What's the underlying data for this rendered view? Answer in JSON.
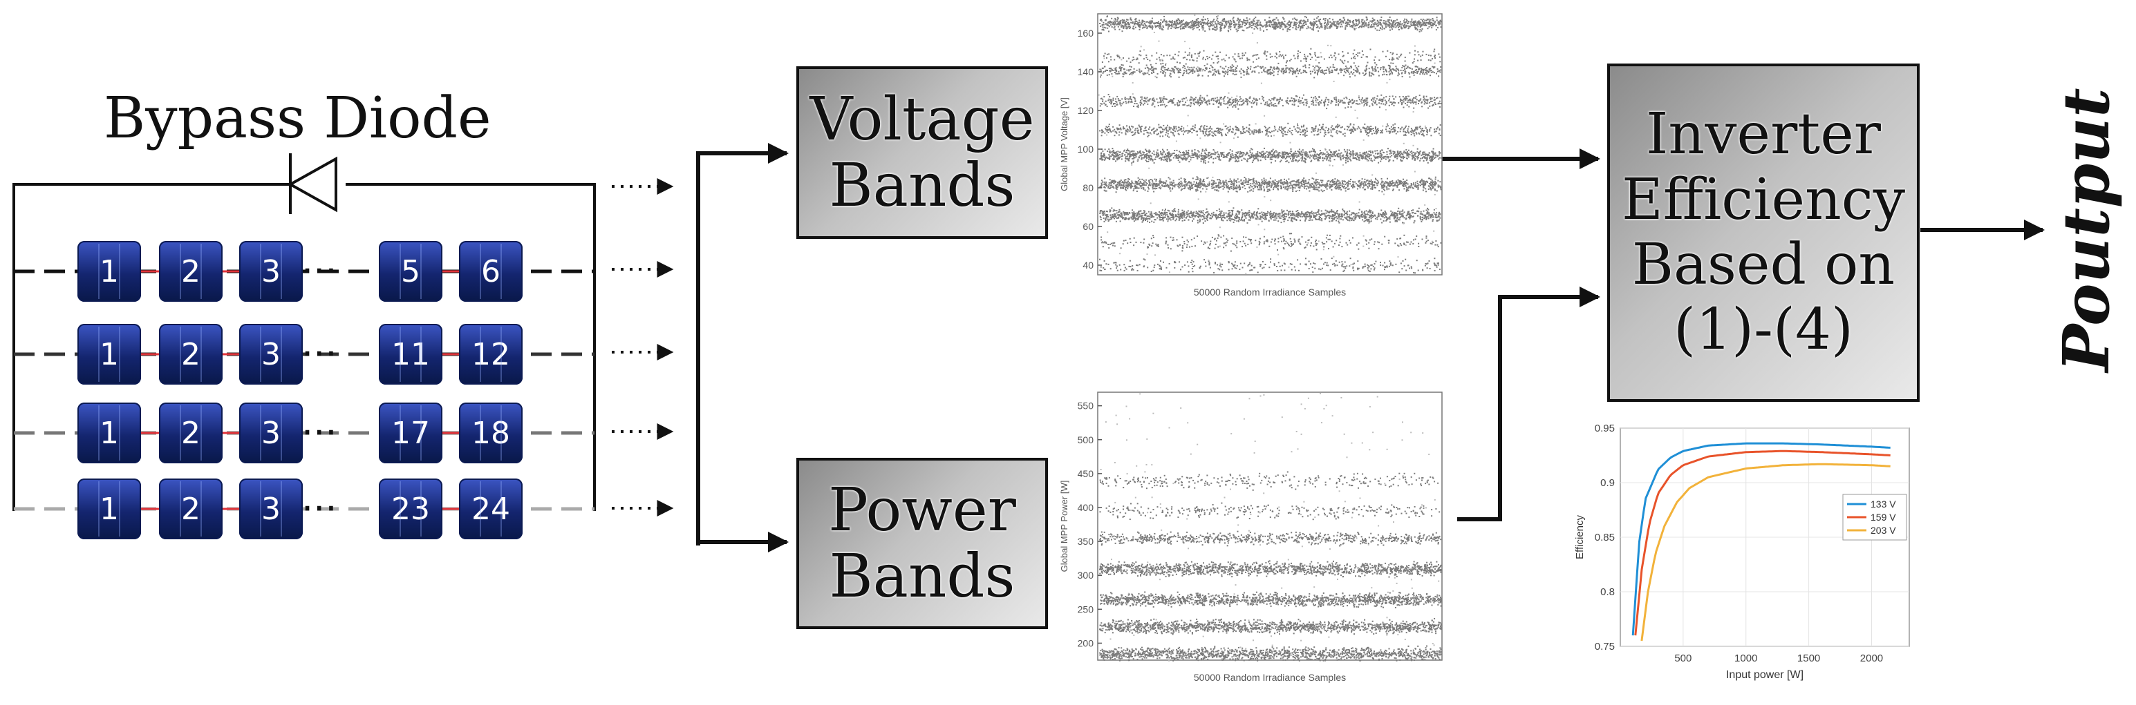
{
  "diagram": {
    "bypass_label": "Bypass Diode",
    "rows": [
      {
        "cells": [
          "1",
          "2",
          "3",
          "5",
          "6"
        ]
      },
      {
        "cells": [
          "1",
          "2",
          "3",
          "11",
          "12"
        ]
      },
      {
        "cells": [
          "1",
          "2",
          "3",
          "17",
          "18"
        ]
      },
      {
        "cells": [
          "1",
          "2",
          "3",
          "23",
          "24"
        ]
      }
    ],
    "ellipsis": "···",
    "voltage_box": {
      "line1": "Voltage",
      "line2": "Bands"
    },
    "power_box": {
      "line1": "Power",
      "line2": "Bands"
    },
    "inverter_box": {
      "line1": "Inverter",
      "line2": "Efficiency",
      "line3": "Based on",
      "line4": "(1)-(4)"
    },
    "output_label": "Poutput"
  },
  "chart_data": [
    {
      "type": "scatter",
      "title": "",
      "xlabel": "50000 Random Irradiance Samples",
      "ylabel": "Global MPP Voltage [V]",
      "ylim": [
        35,
        170
      ],
      "yticks": [
        40,
        60,
        80,
        100,
        120,
        140,
        160
      ],
      "bands": [
        {
          "center": 165,
          "strength": "dense"
        },
        {
          "center": 148,
          "strength": "sparse"
        },
        {
          "center": 141,
          "strength": "medium"
        },
        {
          "center": 125,
          "strength": "medium"
        },
        {
          "center": 110,
          "strength": "medium"
        },
        {
          "center": 97,
          "strength": "dense"
        },
        {
          "center": 82,
          "strength": "dense"
        },
        {
          "center": 66,
          "strength": "dense"
        },
        {
          "center": 52,
          "strength": "sparse"
        },
        {
          "center": 40,
          "strength": "sparse"
        }
      ]
    },
    {
      "type": "scatter",
      "title": "",
      "xlabel": "50000 Random Irradiance Samples",
      "ylabel": "Global MPP Power [W]",
      "ylim": [
        175,
        570
      ],
      "yticks": [
        200,
        250,
        300,
        350,
        400,
        450,
        500,
        550
      ],
      "bands": [
        {
          "center": 185,
          "strength": "dense"
        },
        {
          "center": 225,
          "strength": "dense"
        },
        {
          "center": 265,
          "strength": "dense"
        },
        {
          "center": 310,
          "strength": "dense"
        },
        {
          "center": 355,
          "strength": "medium"
        },
        {
          "center": 395,
          "strength": "sparse"
        },
        {
          "center": 440,
          "strength": "sparse"
        }
      ]
    },
    {
      "type": "line",
      "title": "",
      "xlabel": "Input power [W]",
      "ylabel": "Efficiency",
      "xlim": [
        0,
        2300
      ],
      "ylim": [
        0.75,
        0.95
      ],
      "xticks": [
        500,
        1000,
        1500,
        2000
      ],
      "yticks": [
        0.75,
        0.8,
        0.85,
        0.9,
        0.95
      ],
      "legend_position": "right",
      "series": [
        {
          "name": "133 V",
          "color": "#1f8fd6",
          "x": [
            100,
            150,
            200,
            300,
            400,
            500,
            700,
            1000,
            1300,
            1600,
            2000,
            2150
          ],
          "y": [
            0.76,
            0.845,
            0.885,
            0.912,
            0.923,
            0.929,
            0.934,
            0.936,
            0.936,
            0.935,
            0.933,
            0.932
          ]
        },
        {
          "name": "159 V",
          "color": "#e8532a",
          "x": [
            120,
            170,
            230,
            300,
            400,
            500,
            700,
            1000,
            1300,
            1600,
            2000,
            2150
          ],
          "y": [
            0.76,
            0.82,
            0.862,
            0.89,
            0.907,
            0.916,
            0.924,
            0.928,
            0.929,
            0.928,
            0.926,
            0.925
          ]
        },
        {
          "name": "203 V",
          "color": "#f2b23a",
          "x": [
            170,
            220,
            280,
            350,
            450,
            550,
            700,
            1000,
            1300,
            1600,
            2000,
            2150
          ],
          "y": [
            0.755,
            0.8,
            0.835,
            0.86,
            0.882,
            0.895,
            0.905,
            0.913,
            0.916,
            0.917,
            0.916,
            0.915
          ]
        }
      ]
    }
  ]
}
